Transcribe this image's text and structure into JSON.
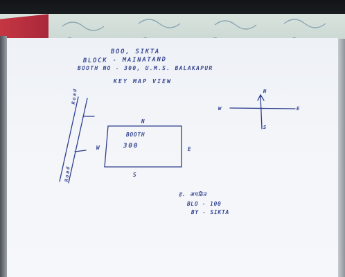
{
  "header": {
    "line1": "BOO, SIKTA",
    "line2": "BLOCK - MAINATAND",
    "line3": "BOOTH NO - 300, U.M.S. BALAKAPUR",
    "title": "KEY MAP VIEW"
  },
  "booth": {
    "label": "BOOTH",
    "number": "300",
    "north": "N",
    "south": "S",
    "east": "E",
    "west": "W"
  },
  "compass": {
    "north": "N",
    "south": "S",
    "east": "E",
    "west": "W"
  },
  "road": {
    "label_top": "Road",
    "label_bottom": "Road"
  },
  "signature": {
    "line1": "ह. अपठित",
    "line2": "BLO - 100",
    "line3": "BY - SIKTA"
  }
}
